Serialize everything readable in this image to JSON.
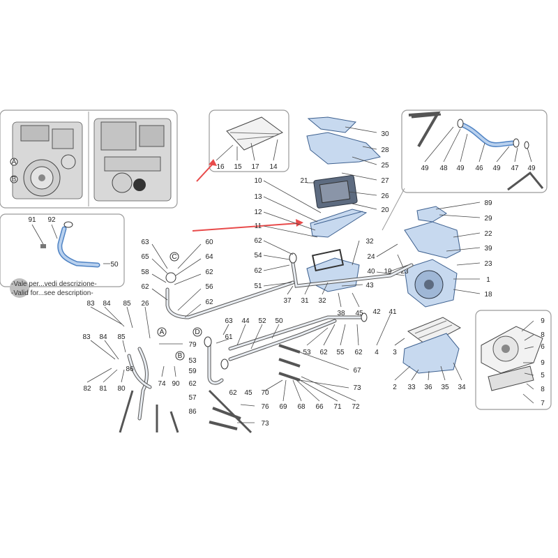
{
  "title": "",
  "notes": {
    "line1": "-Vale per...vedi descrizione-",
    "line2": "-Valid for...see description-"
  },
  "ref_letters": {
    "a": "A",
    "b": "B",
    "c": "C",
    "d": "D"
  },
  "callouts": {
    "engine_inset": {
      "a": "A",
      "b": "B"
    },
    "radiator_inset": [
      "16",
      "15",
      "17",
      "14"
    ],
    "hose_inset": [
      "49",
      "48",
      "49",
      "46",
      "49",
      "47",
      "49"
    ],
    "left_inset": [
      "91",
      "92",
      "50"
    ],
    "upper_stack": [
      "30",
      "28",
      "25",
      "27",
      "21",
      "26",
      "20",
      "10",
      "13",
      "12",
      "11"
    ],
    "right_upper": [
      "89",
      "29",
      "22",
      "39",
      "23",
      "1",
      "18",
      "32",
      "24",
      "40",
      "19",
      "23",
      "43"
    ],
    "mid_stack": [
      "62",
      "54",
      "62",
      "51",
      "37",
      "31",
      "32",
      "38",
      "45",
      "42",
      "41"
    ],
    "left_mid": [
      "63",
      "60",
      "65",
      "64",
      "58",
      "62",
      "62",
      "56",
      "62"
    ],
    "lower_left": [
      "83",
      "84",
      "85",
      "26",
      "83",
      "84",
      "85",
      "86",
      "79",
      "82",
      "81",
      "80",
      "74",
      "90",
      "53",
      "62",
      "59",
      "62",
      "57",
      "86"
    ],
    "lower_mid": [
      "63",
      "44",
      "52",
      "61",
      "50",
      "53",
      "62",
      "55",
      "62",
      "67",
      "73",
      "70",
      "69",
      "68",
      "66",
      "71",
      "72",
      "62",
      "45",
      "76",
      "73"
    ],
    "lower_right": [
      "4",
      "3",
      "2",
      "33",
      "36",
      "35",
      "34"
    ],
    "fan_inset": [
      "9",
      "8",
      "6",
      "9",
      "5",
      "8",
      "7"
    ]
  }
}
